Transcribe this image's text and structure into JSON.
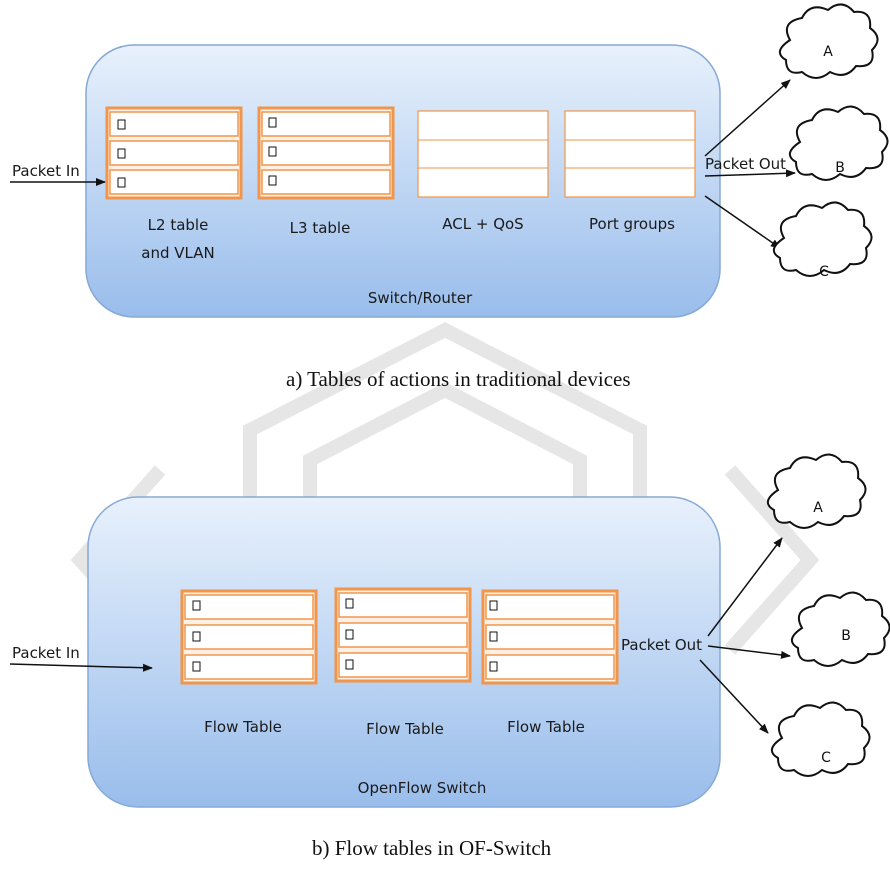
{
  "panel_a": {
    "caption": "a) Tables of actions in traditional devices",
    "device_label": "Switch/Router",
    "packet_in": "Packet In",
    "packet_out": "Packet Out",
    "tables": [
      {
        "label_line1": "L2 table",
        "label_line2": "and VLAN",
        "entries": 3,
        "style": "active"
      },
      {
        "label_line1": "L3 table",
        "label_line2": "",
        "entries": 3,
        "style": "active"
      },
      {
        "label_line1": "ACL + QoS",
        "label_line2": "",
        "entries": 3,
        "style": "empty"
      },
      {
        "label_line1": "Port groups",
        "label_line2": "",
        "entries": 3,
        "style": "empty"
      }
    ],
    "destinations": [
      "A",
      "B",
      "C"
    ]
  },
  "panel_b": {
    "caption": "b) Flow tables in OF-Switch",
    "device_label": "OpenFlow Switch",
    "packet_in": "Packet In",
    "packet_out": "Packet Out",
    "tables": [
      {
        "label_line1": "Flow Table",
        "entries": 3
      },
      {
        "label_line1": "Flow Table",
        "entries": 3
      },
      {
        "label_line1": "Flow Table",
        "entries": 3
      }
    ],
    "destinations": [
      "A",
      "B",
      "C"
    ]
  },
  "colors": {
    "device_fill_top": "#e6f0fc",
    "device_fill_bottom": "#9cc0ec",
    "device_stroke": "#7fa6d6",
    "table_stroke": "#f0954a",
    "watermark": "#d9d9d9"
  }
}
